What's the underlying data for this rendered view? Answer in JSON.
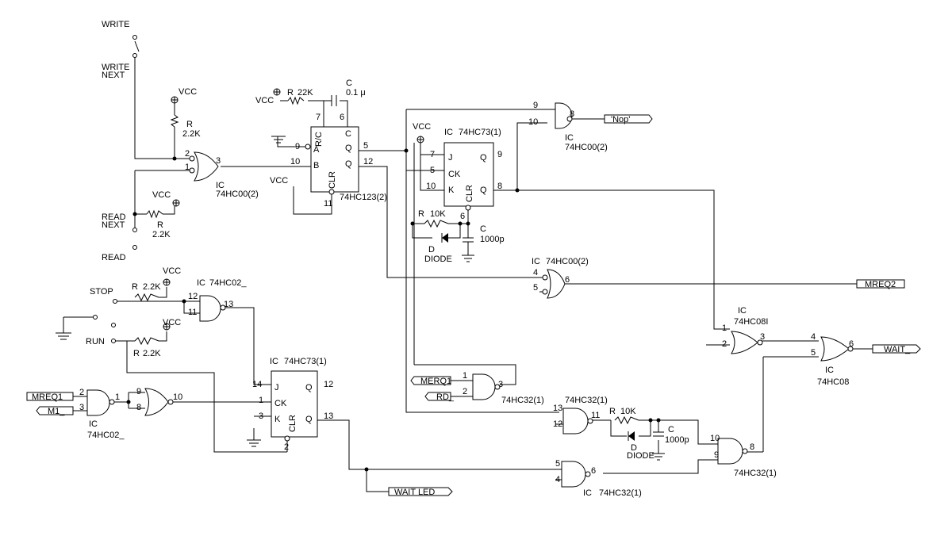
{
  "switches": {
    "write": "WRITE",
    "write_next_1": "WRITE",
    "write_next_2": "NEXT",
    "read_next_1": "READ",
    "read_next_2": "NEXT",
    "read": "READ",
    "stop": "STOP",
    "run": "RUN"
  },
  "power": {
    "vcc": "VCC"
  },
  "resistors": {
    "r_label": "R",
    "v22k": "22K",
    "v2_2k": "2.2K",
    "v10k": "10K"
  },
  "capacitors": {
    "c_label": "C",
    "v01u": "0.1 μ",
    "v1000p": "1000p"
  },
  "diodes": {
    "d_label": "D",
    "diode": "DIODE",
    "diode_partial": "DIODE"
  },
  "ics": {
    "ic": "IC",
    "hc00_2": "74HC00(2)",
    "hc123_2": "74HC123(2)",
    "hc73_1": "74HC73(1)",
    "hc02": "74HC02_",
    "hc08i": "74HC08I",
    "hc08": "74HC08",
    "hc32_1": "74HC32(1)"
  },
  "ic_pins": {
    "q": "Q",
    "qbar": "Q",
    "clr": "CLR",
    "rc": "R/C",
    "c": "C",
    "a": "A",
    "b": "B",
    "j": "J",
    "k": "K",
    "ck": "CK"
  },
  "signals": {
    "nop": "'Nop'",
    "mreq2": "MREQ2",
    "wait": "WAIT_",
    "wait_led": "WAIT LED",
    "merq1": "MERQ1",
    "rd": "RD_",
    "mreq1": "MREQ1",
    "m1": "M1_"
  },
  "pins": {
    "p1": "1",
    "p2": "2",
    "p3": "3",
    "p4": "4",
    "p5": "5",
    "p6": "6",
    "p7": "7",
    "p8": "8",
    "p9": "9",
    "p10": "10",
    "p11": "11",
    "p12": "12",
    "p13": "13",
    "p14": "14"
  }
}
